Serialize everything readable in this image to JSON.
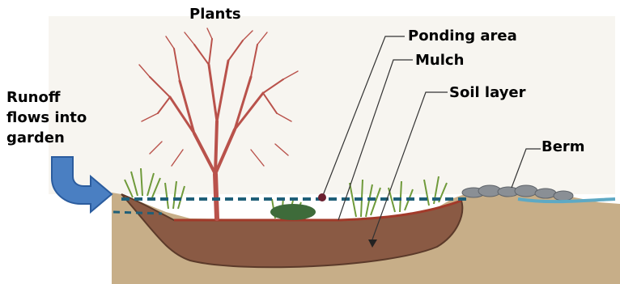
{
  "labels": {
    "plants": "Plants",
    "ponding_area": "Ponding area",
    "mulch": "Mulch",
    "soil_layer": "Soil layer",
    "berm": "Berm",
    "runoff": [
      "Runoff",
      "flows into",
      "garden"
    ]
  },
  "colors": {
    "ground": "#c7ae88",
    "soil": "#8a5a44",
    "soil_edge": "#5b3a2a",
    "mulch_line": "#a23a2a",
    "tree": "#b9524b",
    "grass": "#6f9a3a",
    "water_line": "#1f5f78",
    "arrow_fill": "#4a7fc2",
    "arrow_edge": "#2b5c9e",
    "berm_rock": "#8a8f95",
    "outflow_water": "#5ea9c4"
  }
}
